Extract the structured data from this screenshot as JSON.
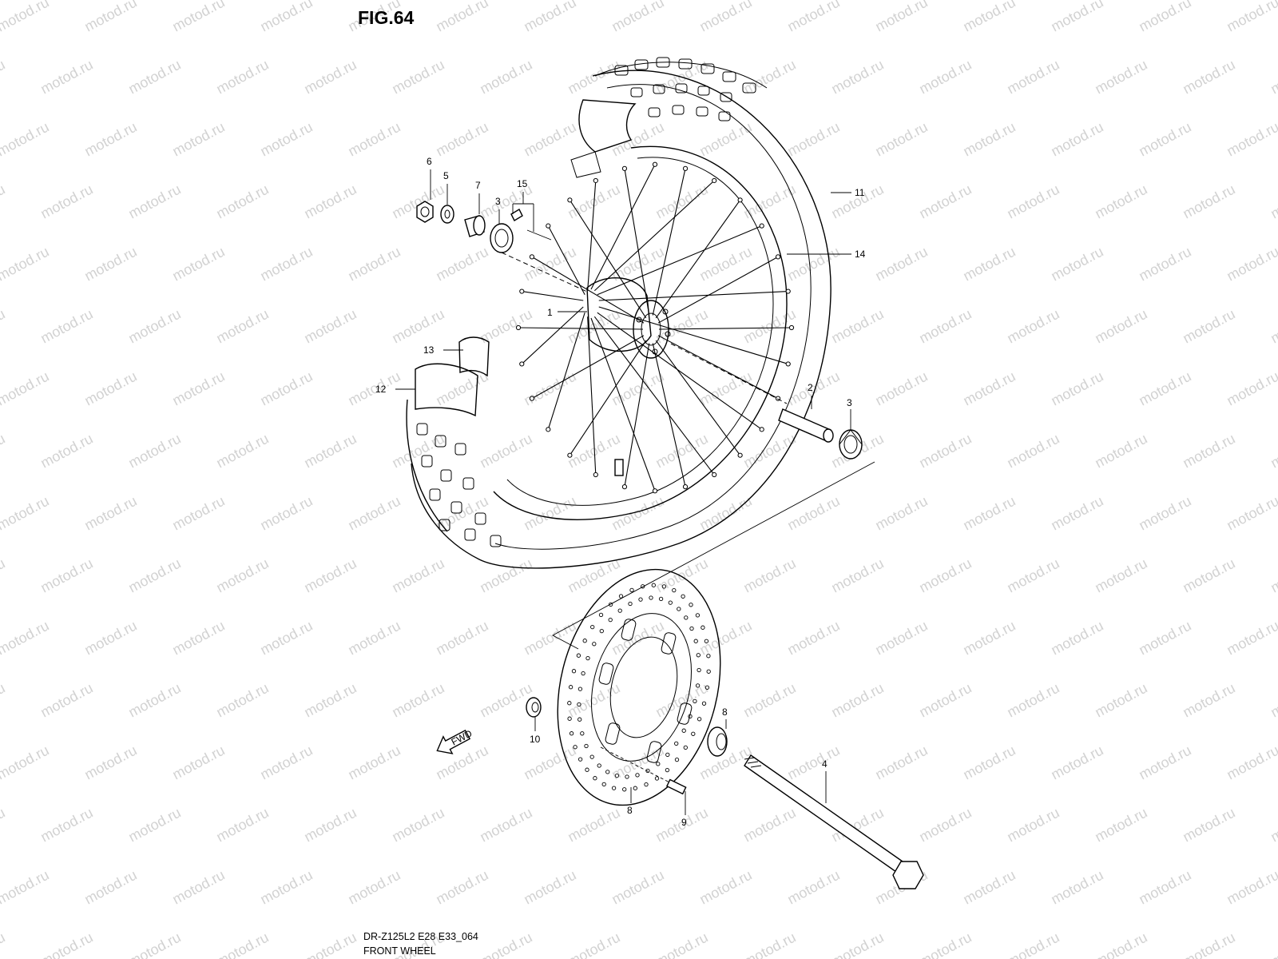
{
  "figure": {
    "title": "FIG.64",
    "model_code": "DR-Z125L2 E28 E33_064",
    "caption": "FRONT WHEEL"
  },
  "watermark": {
    "text": "motod.ru",
    "color": "#d2d2d2"
  },
  "direction_marker": "FWD",
  "callouts": [
    {
      "id": "1",
      "label": "1",
      "part": "hub"
    },
    {
      "id": "2",
      "label": "2",
      "part": "spacer"
    },
    {
      "id": "3a",
      "label": "3",
      "part": "bearing-left"
    },
    {
      "id": "3b",
      "label": "3",
      "part": "bearing-right"
    },
    {
      "id": "4",
      "label": "4",
      "part": "axle"
    },
    {
      "id": "5",
      "label": "5",
      "part": "washer"
    },
    {
      "id": "6",
      "label": "6",
      "part": "nut"
    },
    {
      "id": "7",
      "label": "7",
      "part": "collar"
    },
    {
      "id": "8a",
      "label": "8",
      "part": "brake-disc"
    },
    {
      "id": "8b",
      "label": "8",
      "part": "spacer-collar"
    },
    {
      "id": "9",
      "label": "9",
      "part": "disc-bolt"
    },
    {
      "id": "10",
      "label": "10",
      "part": "dust-seal"
    },
    {
      "id": "11",
      "label": "11",
      "part": "tire"
    },
    {
      "id": "12",
      "label": "12",
      "part": "tube"
    },
    {
      "id": "13",
      "label": "13",
      "part": "rim-band"
    },
    {
      "id": "14",
      "label": "14",
      "part": "rim"
    },
    {
      "id": "15",
      "label": "15",
      "part": "spoke-set"
    }
  ]
}
